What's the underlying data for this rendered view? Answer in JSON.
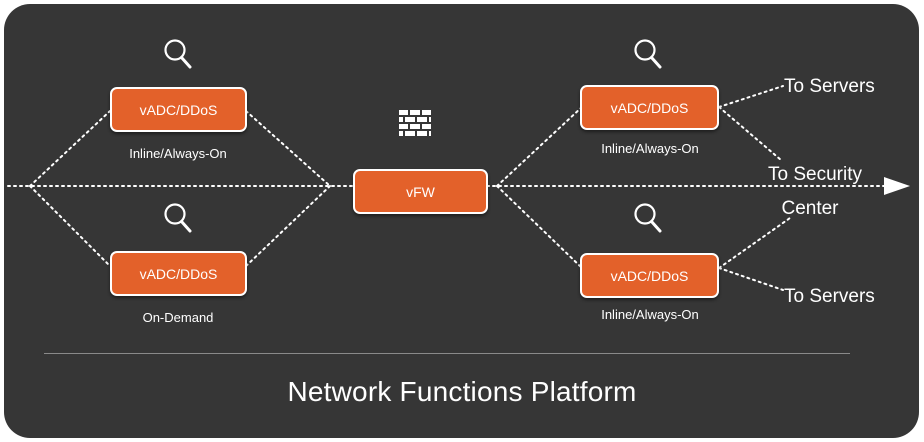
{
  "platform": {
    "title": "Network Functions Platform"
  },
  "nodes": {
    "ingress_inline": {
      "label": "vADC/DDoS",
      "mode": "Inline/Always-On"
    },
    "ingress_on_demand": {
      "label": "vADC/DDoS",
      "mode": "On-Demand"
    },
    "firewall": {
      "label": "vFW"
    },
    "egress_top": {
      "label": "vADC/DDoS",
      "mode": "Inline/Always-On"
    },
    "egress_bottom": {
      "label": "vADC/DDoS",
      "mode": "Inline/Always-On"
    }
  },
  "destinations": {
    "servers_top": "To Servers",
    "security_center_line1": "To Security",
    "security_center_line2": "Center",
    "servers_bottom": "To Servers"
  },
  "icons": {
    "inspection": "magnifier-icon",
    "firewall": "brick-wall-icon"
  },
  "colors": {
    "panel": "#363636",
    "node_fill": "#e3612a",
    "node_border": "#ffffff",
    "connector": "#ffffff",
    "divider": "#8a8a8a"
  }
}
